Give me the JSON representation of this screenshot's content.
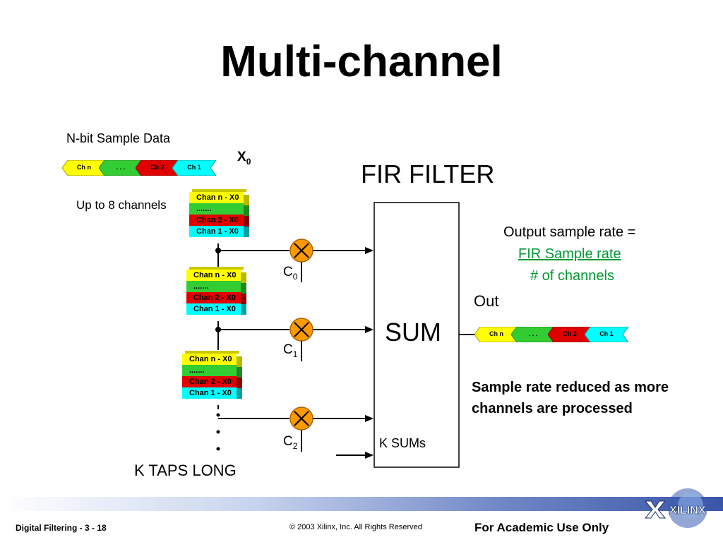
{
  "title": "Multi-channel",
  "labels": {
    "sample_data": "N-bit Sample Data",
    "x0_base": "X",
    "x0_sub": "0",
    "fir_filter": "FIR FILTER",
    "up_to_channels": "Up to 8 channels",
    "sum": "SUM",
    "k_sums": "K SUMs",
    "k_taps": "K TAPS LONG",
    "out": "Out",
    "output_rate_line1": "Output sample rate =",
    "output_rate_num": "FIR Sample rate ",
    "output_rate_den": "# of channels",
    "note_line1": "Sample rate reduced as more",
    "note_line2": "channels are processed"
  },
  "input_chips": [
    "Ch  n",
    ". . .",
    "Ch 2",
    "Ch 1"
  ],
  "output_chips": [
    "Ch  n",
    ". . .",
    "Ch 2",
    "Ch 1"
  ],
  "taps": [
    {
      "rows": [
        "Chan n - X0",
        ".......",
        "Chan 2 - X0",
        "Chan 1 - X0"
      ],
      "coef_base": "C",
      "coef_sub": "0"
    },
    {
      "rows": [
        "Chan n - X0",
        ".......",
        "Chan 2 - X0",
        "Chan 1 - X0"
      ],
      "coef_base": "C",
      "coef_sub": "1"
    },
    {
      "rows": [
        "Chan n - X0",
        ".......",
        "Chan 2 - X0",
        "Chan 1 - X0"
      ],
      "coef_base": "C",
      "coef_sub": "2"
    }
  ],
  "colors": {
    "yellow": "#ffff00",
    "green": "#33cc33",
    "red": "#e00000",
    "cyan": "#00ffff",
    "multiplier": "#ff9900",
    "green_text": "#009933"
  },
  "footer": {
    "left": "Digital Filtering  - 3 - 18",
    "center": "© 2003 Xilinx, Inc. All Rights Reserved",
    "right": "For Academic Use Only",
    "logo_text": "XILINX"
  }
}
